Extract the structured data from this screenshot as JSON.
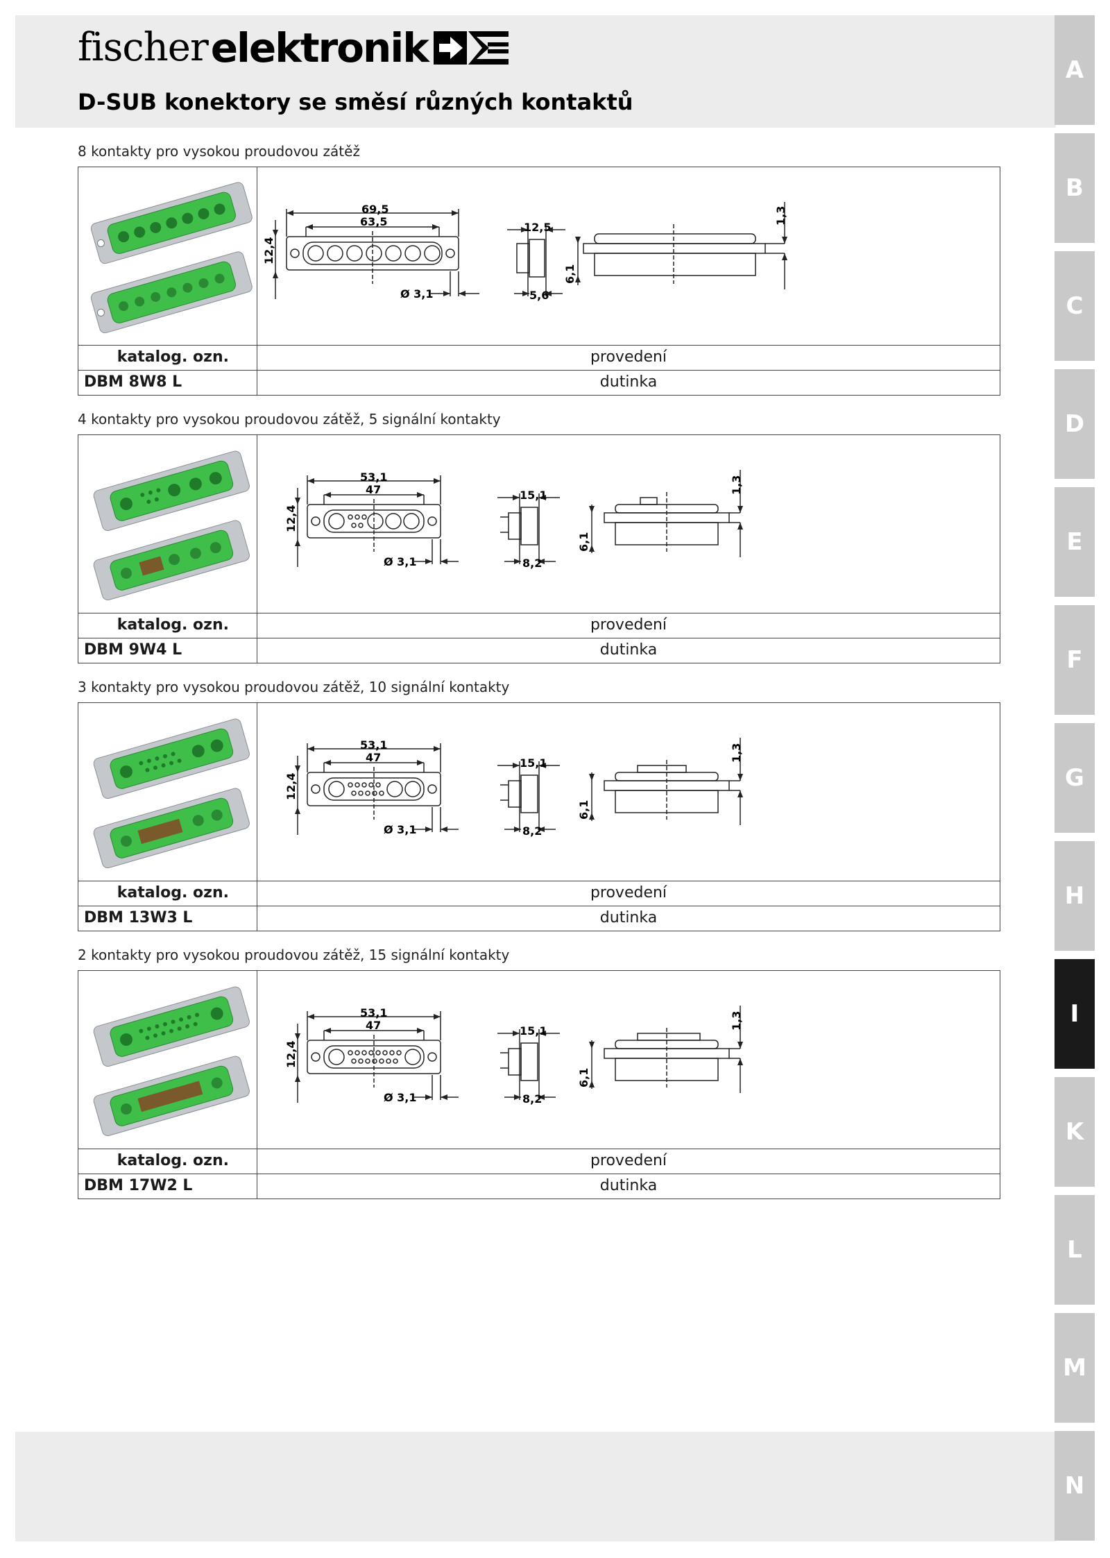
{
  "brand": {
    "fischer": "fischer",
    "elektronik": "elektronik"
  },
  "page_title": "D-SUB konektory se směsí různých kontaktů",
  "table_header": {
    "catalog": "katalog. ozn.",
    "type": "provedení"
  },
  "sections": [
    {
      "label": "8 kontakty pro vysokou proudovou zátěž",
      "code": "DBM 8W8 L",
      "variant": "dutinka",
      "dims": {
        "width_total": "69,5",
        "width_holes": "63,5",
        "height": "12,4",
        "hole": "Ø 3,1",
        "depth_top": "12,5",
        "depth_bottom": "5,6",
        "side_h": "6,1",
        "side_t": "1,3"
      }
    },
    {
      "label": "4 kontakty pro vysokou proudovou zátěž, 5 signální kontakty",
      "code": "DBM 9W4 L",
      "variant": "dutinka",
      "dims": {
        "width_total": "53,1",
        "width_holes": "47",
        "height": "12,4",
        "hole": "Ø 3,1",
        "depth_top": "15,1",
        "depth_bottom": "8,2",
        "side_h": "6,1",
        "side_t": "1,3"
      }
    },
    {
      "label": "3 kontakty pro vysokou proudovou zátěž, 10 signální kontakty",
      "code": "DBM 13W3 L",
      "variant": "dutinka",
      "dims": {
        "width_total": "53,1",
        "width_holes": "47",
        "height": "12,4",
        "hole": "Ø 3,1",
        "depth_top": "15,1",
        "depth_bottom": "8,2",
        "side_h": "6,1",
        "side_t": "1,3"
      }
    },
    {
      "label": "2 kontakty pro vysokou proudovou zátěž, 15 signální kontakty",
      "code": "DBM 17W2 L",
      "variant": "dutinka",
      "dims": {
        "width_total": "53,1",
        "width_holes": "47",
        "height": "12,4",
        "hole": "Ø 3,1",
        "depth_top": "15,1",
        "depth_bottom": "8,2",
        "side_h": "6,1",
        "side_t": "1,3"
      }
    }
  ],
  "side_tabs": [
    "A",
    "B",
    "C",
    "D",
    "E",
    "F",
    "G",
    "H",
    "I",
    "K",
    "L",
    "M",
    "N"
  ],
  "active_tab": "I",
  "colors": {
    "tab_inactive": "#c9c9c9",
    "tab_active": "#1a1a1a",
    "band": "#ececec",
    "connector_green": "#3fbf4a"
  }
}
